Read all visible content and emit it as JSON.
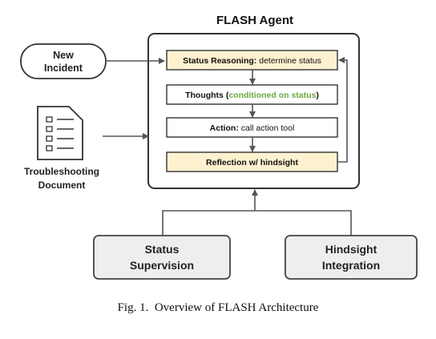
{
  "title": "FLASH Agent",
  "inputs": {
    "incident": {
      "line1": "New",
      "line2": "Incident"
    },
    "document": {
      "line1": "Troubleshooting",
      "line2": "Document"
    }
  },
  "steps": {
    "status": {
      "bold": "Status Reasoning:",
      "rest": " determine status"
    },
    "thoughts": {
      "bold_a": "Thoughts (",
      "green": "conditioned on status",
      "bold_b": ")"
    },
    "action": {
      "bold": "Action:",
      "rest": " call action tool"
    },
    "reflection": {
      "bold": "Reflection w/ hindsight"
    }
  },
  "modules": {
    "supervision": {
      "line1": "Status",
      "line2": "Supervision"
    },
    "integration": {
      "line1": "Hindsight",
      "line2": "Integration"
    }
  },
  "caption": "Fig. 1.  Overview of FLASH Architecture",
  "colors": {
    "highlight_fill": "#fdf1cf",
    "module_fill": "#eeeeee",
    "green_text": "#6aaa3f",
    "stroke": "#333333",
    "arrow": "#555555"
  }
}
